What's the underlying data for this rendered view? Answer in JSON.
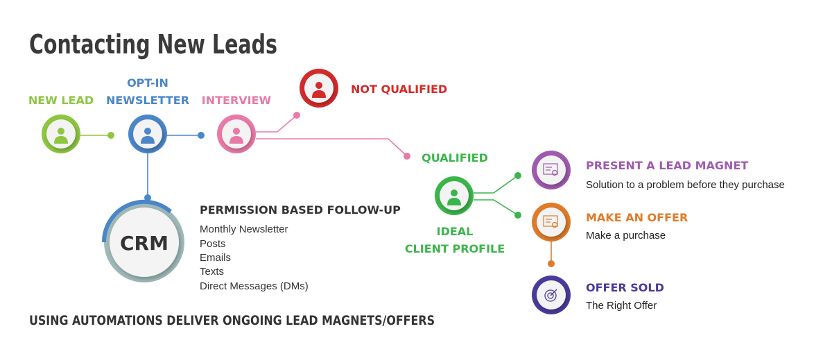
{
  "title": "Contacting New Leads",
  "steps": {
    "new_lead": {
      "label": "NEW LEAD",
      "color": "#8dc63f"
    },
    "opt_in": {
      "label1": "OPT-IN",
      "label2": "NEWSLETTER",
      "color": "#4a86c8"
    },
    "interview": {
      "label": "INTERVIEW",
      "color": "#e87aa8"
    },
    "not_qualified": {
      "label": "NOT QUALIFIED",
      "color": "#d42a2a"
    },
    "qualified": {
      "label": "QUALIFIED",
      "sub1": "IDEAL",
      "sub2": "CLIENT PROFILE",
      "color": "#3bb54a"
    }
  },
  "outcomes": [
    {
      "title": "PRESENT A LEAD MAGNET",
      "desc": "Solution to a problem before they purchase",
      "color": "#a05ab0",
      "icon": "certificate-icon"
    },
    {
      "title": "MAKE AN OFFER",
      "desc": "Make a purchase",
      "color": "#e07b2a",
      "icon": "certificate-icon"
    },
    {
      "title": "OFFER SOLD",
      "desc": "The Right Offer",
      "color": "#4b3a9a",
      "icon": "target-icon"
    }
  ],
  "crm": {
    "label": "CRM",
    "heading": "PERMISSION BASED FOLLOW-UP",
    "items": [
      "Monthly Newsletter",
      "Posts",
      "Emails",
      "Texts",
      "Direct Messages (DMs)"
    ]
  },
  "footer": "USING AUTOMATIONS DELIVER ONGOING LEAD MAGNETS/OFFERS"
}
